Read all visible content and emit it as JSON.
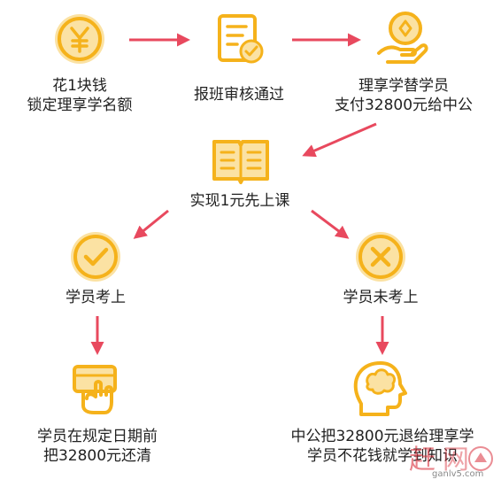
{
  "colors": {
    "icon": "#F5B21B",
    "icon_light": "#FBE2A3",
    "arrow": "#E8495E",
    "text": "#222222",
    "watermark_red": "#D9303C"
  },
  "nodes": {
    "pay": {
      "icon": "yen-coin-icon",
      "lines": [
        "花1块钱",
        "锁定理享学名额"
      ]
    },
    "enroll": {
      "icon": "approved-document-icon",
      "lines": [
        "报班审核通过"
      ]
    },
    "advance": {
      "icon": "hand-coin-icon",
      "lines": [
        "理享学替学员",
        "支付32800元给中公"
      ]
    },
    "attend": {
      "icon": "open-book-icon",
      "lines": [
        "实现1元先上课"
      ]
    },
    "pass": {
      "icon": "check-circle-icon",
      "lines": [
        "学员考上"
      ]
    },
    "fail": {
      "icon": "x-circle-icon",
      "lines": [
        "学员未考上"
      ]
    },
    "repay": {
      "icon": "payment-hand-icon",
      "lines": [
        "学员在规定日期前",
        "把32800元还清"
      ]
    },
    "refund": {
      "icon": "head-brain-icon",
      "lines": [
        "中公把32800元退给理享学",
        "学员不花钱就学到知识"
      ]
    }
  },
  "watermark": {
    "chars": "赶",
    "chars2": "网",
    "url": "ganlv5.com"
  }
}
